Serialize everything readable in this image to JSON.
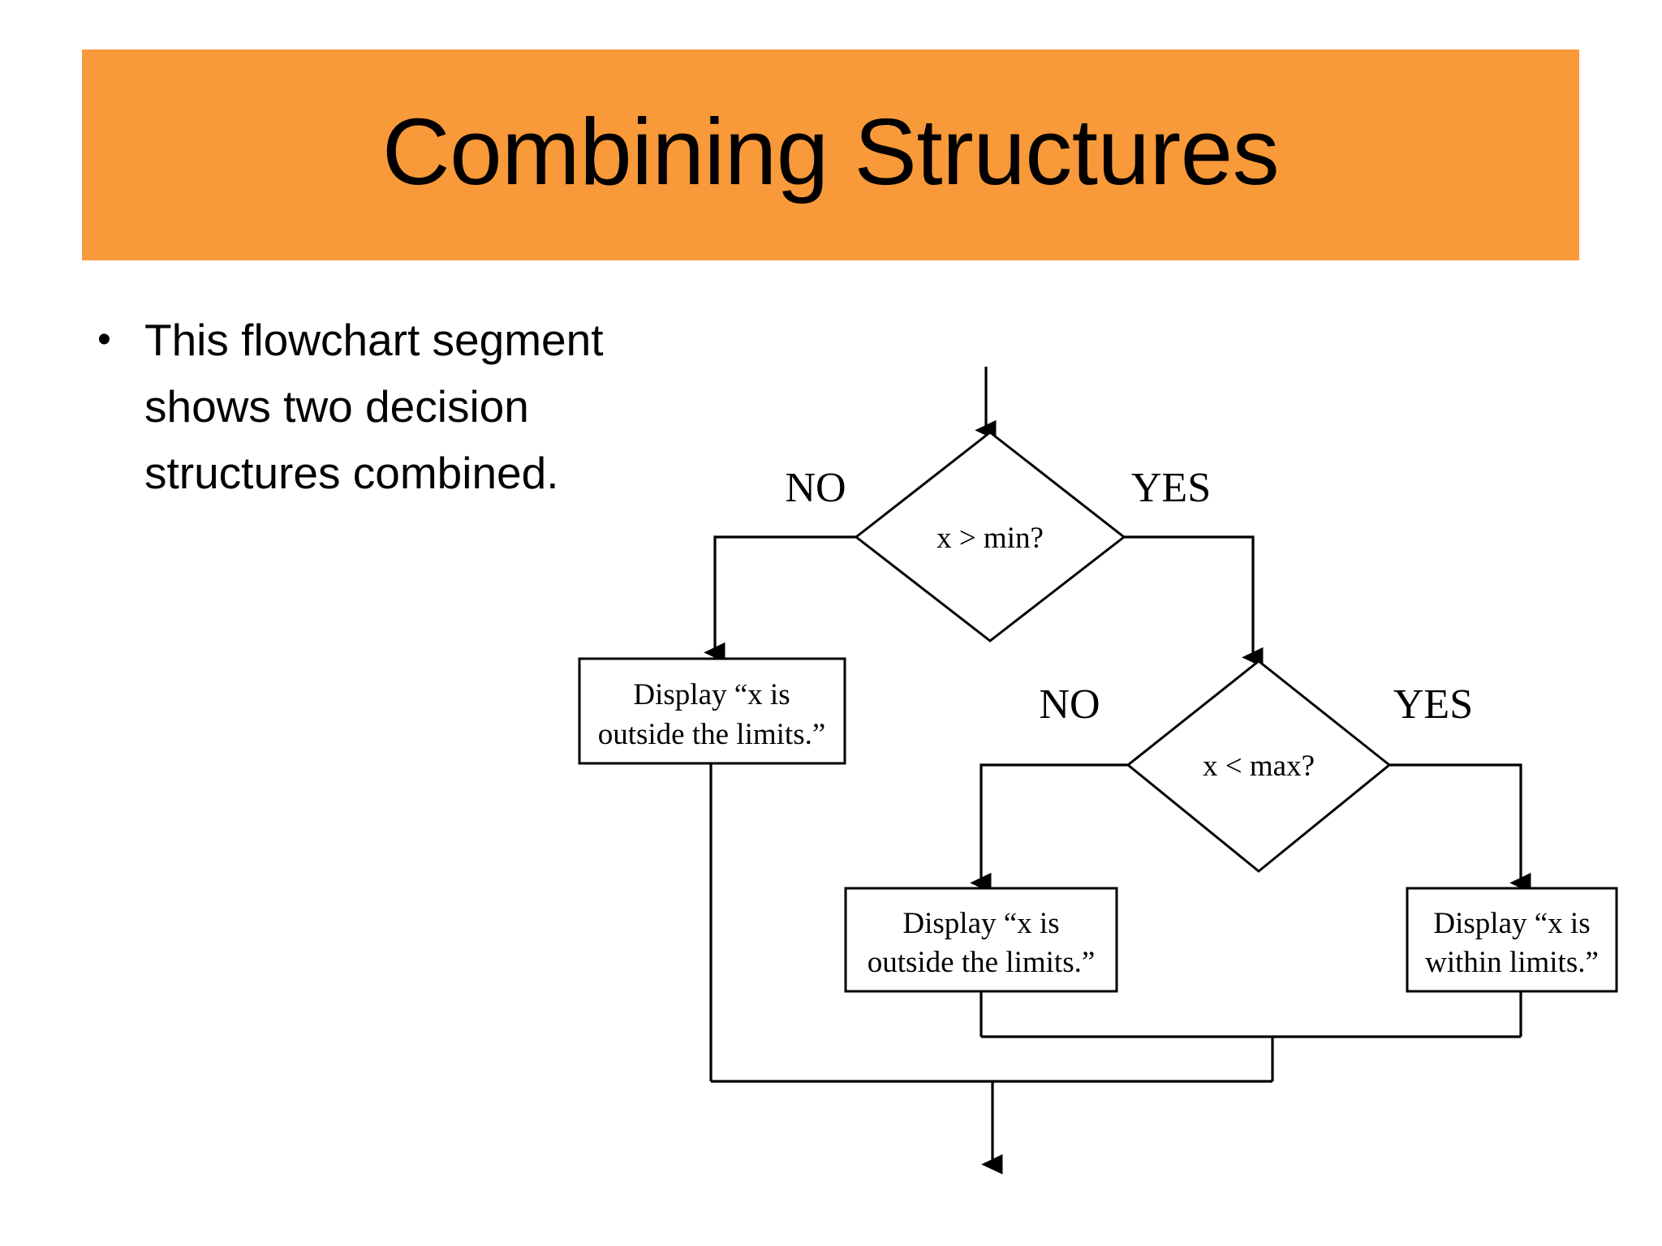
{
  "slide": {
    "background_color": "#ffffff",
    "banner_color": "#F8993A",
    "title": "Combining Structures"
  },
  "body": {
    "bullet_marker": "•",
    "bullet_text": "This flowchart segment shows two decision structures combined."
  },
  "flowchart": {
    "type": "flowchart",
    "decisions": [
      {
        "id": "d1",
        "text": "x > min?",
        "no_label": "NO",
        "yes_label": "YES"
      },
      {
        "id": "d2",
        "text": "x < max?",
        "no_label": "NO",
        "yes_label": "YES"
      }
    ],
    "processes": [
      {
        "id": "p1",
        "line1": "Display “x is",
        "line2": "outside the limits.”"
      },
      {
        "id": "p2",
        "line1": "Display “x is",
        "line2": "outside the limits.”"
      },
      {
        "id": "p3",
        "line1": "Display “x is",
        "line2": "within limits.”"
      }
    ],
    "edges": [
      {
        "from": "entry",
        "to": "d1",
        "label": ""
      },
      {
        "from": "d1",
        "to": "p1",
        "label": "NO"
      },
      {
        "from": "d1",
        "to": "d2",
        "label": "YES"
      },
      {
        "from": "d2",
        "to": "p2",
        "label": "NO"
      },
      {
        "from": "d2",
        "to": "p3",
        "label": "YES"
      },
      {
        "from": "p1",
        "to": "merge",
        "label": ""
      },
      {
        "from": "p2",
        "to": "merge",
        "label": ""
      },
      {
        "from": "p3",
        "to": "merge",
        "label": ""
      },
      {
        "from": "merge",
        "to": "exit",
        "label": ""
      }
    ],
    "labels": {
      "d1_no": "NO",
      "d1_yes": "YES",
      "d2_no": "NO",
      "d2_yes": "YES"
    },
    "line_color": "#000000",
    "shape_fill": "#ffffff"
  }
}
